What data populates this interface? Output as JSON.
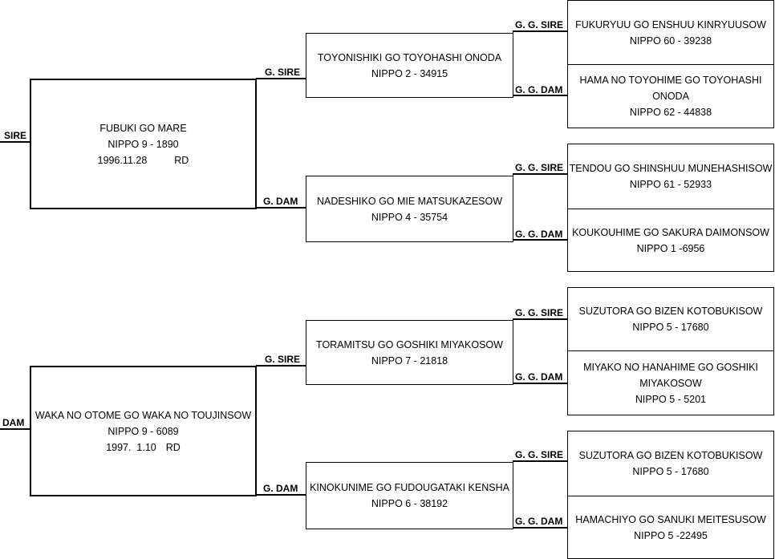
{
  "side_labels": {
    "sire": "SIRE",
    "dam": "DAM"
  },
  "labels": {
    "g_sire": "G. SIRE",
    "g_dam": "G. DAM",
    "gg_sire": "G. G. SIRE",
    "gg_dam": "G. G. DAM"
  },
  "sire": {
    "name": "FUBUKI GO MARE",
    "reg": "NIPPO 9 - 1890",
    "date": "1996.11.28",
    "color": "RD"
  },
  "dam": {
    "name": "WAKA NO OTOME GO WAKA NO TOUJINSOW",
    "reg": "NIPPO 9 - 6089",
    "date": "1997.  1.10",
    "color": "RD"
  },
  "sire_sire": {
    "name": "TOYONISHIKI GO TOYOHASHI ONODA",
    "reg": "NIPPO 2 - 34915"
  },
  "sire_dam": {
    "name": "NADESHIKO GO MIE MATSUKAZESOW",
    "reg": "NIPPO 4 - 35754"
  },
  "dam_sire": {
    "name": "TORAMITSU GO GOSHIKI MIYAKOSOW",
    "reg": "NIPPO 7 - 21818"
  },
  "dam_dam": {
    "name": "KINOKUNIME GO FUDOUGATAKI KENSHA",
    "reg": "NIPPO 6 - 38192"
  },
  "gg": [
    {
      "name": "FUKURYUU GO ENSHUU KINRYUUSOW",
      "reg": "NIPPO 60 - 39238"
    },
    {
      "name": "HAMA NO TOYOHIME GO TOYOHASHI ONODA",
      "reg": "NIPPO 62 - 44838"
    },
    {
      "name": "TENDOU GO SHINSHUU MUNEHASHISOW",
      "reg": "NIPPO 61 - 52933"
    },
    {
      "name": "KOUKOUHIME GO SAKURA DAIMONSOW",
      "reg": "NIPPO 1 -6956"
    },
    {
      "name": "SUZUTORA GO BIZEN KOTOBUKISOW",
      "reg": "NIPPO 5 - 17680"
    },
    {
      "name": "MIYAKO NO HANAHIME GO GOSHIKI MIYAKOSOW",
      "reg": "NIPPO 5 - 5201"
    },
    {
      "name": "SUZUTORA GO BIZEN KOTOBUKISOW",
      "reg": "NIPPO 5 - 17680"
    },
    {
      "name": "HAMACHIYO GO SANUKI MEITESUSOW",
      "reg": "NIPPO 5 -22495"
    }
  ]
}
